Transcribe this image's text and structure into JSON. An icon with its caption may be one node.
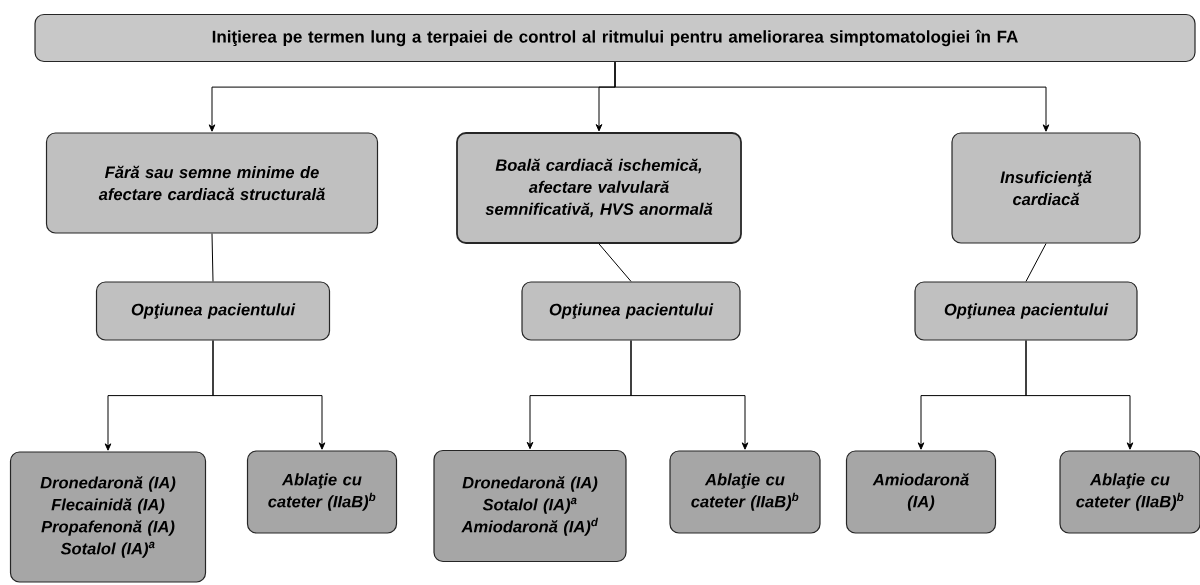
{
  "diagram": {
    "nodes": [
      {
        "text": [
          "Iniţierea pe termen lung a terpaiei de control al ritmului pentru ameliorarea simptomatologiei în FA"
        ]
      },
      {
        "text": [
          "Fără sau semne minime de afectare cardiacă structurală"
        ]
      },
      {
        "text": [
          "Boală cardiacă ischemică, afectare valvulară semnificativă, HVS anormală"
        ]
      },
      {
        "text": [
          "Insuficienţă cardiacă"
        ]
      },
      {
        "text": [
          "Opţiunea pacientului"
        ]
      },
      {
        "text": [
          "Opţiunea pacientului"
        ]
      },
      {
        "text": [
          "Opţiunea pacientului"
        ]
      },
      {
        "text": [
          "Dronedaronă (IA)",
          "Flecainidă (IA)",
          "Propafenonă (IA)",
          "Sotalol (IA)$^{a}$"
        ]
      },
      {
        "text": [
          "Ablaţie cu cateter (IIaB)$^{b}$"
        ]
      },
      {
        "text": [
          "Dronedaronă (IA)",
          "Sotalol (IA)$^{a}$",
          "Amiodaronă (IA)$^{d}$"
        ]
      },
      {
        "text": [
          "Ablaţie cu cateter (IIaB)$^{b}$"
        ]
      },
      {
        "text": [
          "Amiodaronă (IA)"
        ]
      },
      {
        "text": [
          "Ablaţie cu cateter (IIaB)$^{b}$"
        ]
      }
    ],
    "edges": [
      {
        "from": 0,
        "to": 1,
        "arrow": "to"
      },
      {
        "from": 0,
        "to": 2,
        "arrow": "to"
      },
      {
        "from": 0,
        "to": 3,
        "arrow": "to"
      },
      {
        "from": 1,
        "to": 4,
        "arrow": "none"
      },
      {
        "from": 2,
        "to": 5,
        "arrow": "none"
      },
      {
        "from": 3,
        "to": 6,
        "arrow": "none"
      },
      {
        "from": 4,
        "to": 7,
        "arrow": "to"
      },
      {
        "from": 4,
        "to": 8,
        "arrow": "to"
      },
      {
        "from": 5,
        "to": 9,
        "arrow": "to"
      },
      {
        "from": 5,
        "to": 10,
        "arrow": "to"
      },
      {
        "from": 6,
        "to": 11,
        "arrow": "to"
      },
      {
        "from": 6,
        "to": 12,
        "arrow": "to"
      }
    ]
  }
}
